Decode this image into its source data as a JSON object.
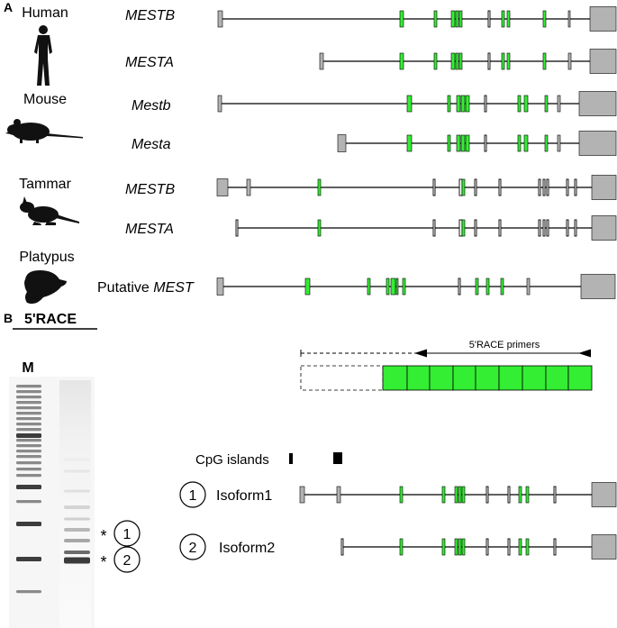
{
  "panel_a": {
    "letter": "A",
    "species": [
      {
        "name": "Human",
        "silhouette": "human-silhouette-icon",
        "genes": [
          {
            "prefix": "",
            "label": "MESTB"
          },
          {
            "prefix": "",
            "label": "MESTA"
          }
        ]
      },
      {
        "name": "Mouse",
        "silhouette": "mouse-silhouette-icon",
        "genes": [
          {
            "prefix": "",
            "label": "Mestb"
          },
          {
            "prefix": "",
            "label": "Mesta"
          }
        ]
      },
      {
        "name": "Tammar",
        "silhouette": "tammar-silhouette-icon",
        "genes": [
          {
            "prefix": "",
            "label": "MESTB"
          },
          {
            "prefix": "",
            "label": "MESTA"
          }
        ]
      },
      {
        "name": "Platypus",
        "silhouette": "platypus-silhouette-icon",
        "genes": [
          {
            "prefix": "Putative",
            "label": "MEST"
          }
        ]
      }
    ]
  },
  "panel_b": {
    "letter": "B",
    "gel": {
      "title": "5'RACE",
      "marker_label": "M",
      "band_marks": [
        {
          "star": "*",
          "number": "1"
        },
        {
          "star": "*",
          "number": "2"
        }
      ]
    },
    "race_primers_label": "5'RACE primers",
    "cpg_label": "CpG islands",
    "isoforms": [
      {
        "number": "1",
        "label": "Isoform1"
      },
      {
        "number": "2",
        "label": "Isoform2"
      }
    ]
  },
  "colors": {
    "exon_coding": "#33ee33",
    "exon_utr": "#b3b3b3",
    "intron": "#000000"
  }
}
